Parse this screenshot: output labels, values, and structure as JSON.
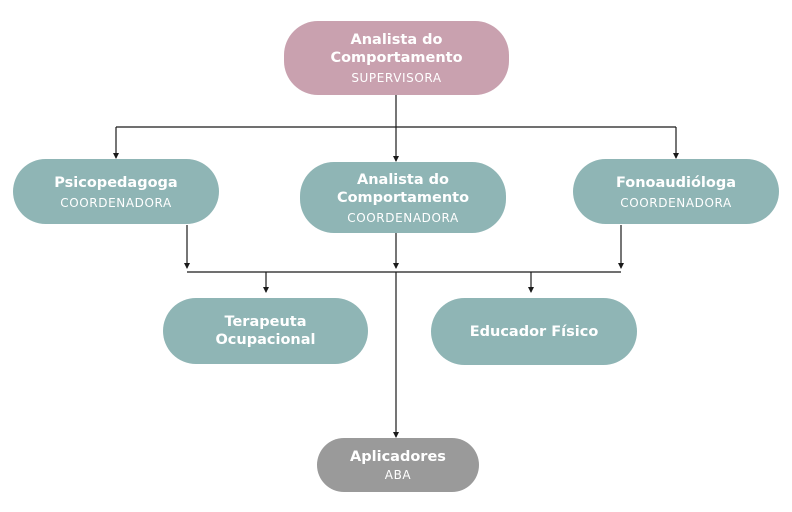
{
  "org_chart": {
    "top": {
      "title": "Analista do Comportamento",
      "role": "SUPERVISORA"
    },
    "coordinators": [
      {
        "title": "Psicopedagoga",
        "role": "COORDENADORA"
      },
      {
        "title": "Analista do Comportamento",
        "role": "COORDENADORA"
      },
      {
        "title": "Fonoaudióloga",
        "role": "COORDENADORA"
      }
    ],
    "specialists": [
      {
        "title": "Terapeuta Ocupacional"
      },
      {
        "title": "Educador Físico"
      }
    ],
    "bottom": {
      "title": "Aplicadores",
      "role": "ABA"
    }
  },
  "colors": {
    "supervisor": "#c9a1af",
    "coordinator": "#8fb5b5",
    "applicator": "#9a9a9a",
    "connector": "#1a1a1a",
    "text": "#ffffff"
  }
}
